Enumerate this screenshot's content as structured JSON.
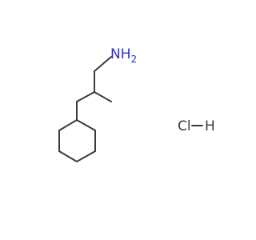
{
  "molecule": {
    "amine_label": "NH",
    "amine_subscript": "2",
    "salt_label": "Cl",
    "salt_h_label": "H",
    "colors": {
      "bond": "#3a3a3a",
      "nitrogen": "#2f2fd0",
      "chlorine": "#3a3a3a"
    }
  }
}
